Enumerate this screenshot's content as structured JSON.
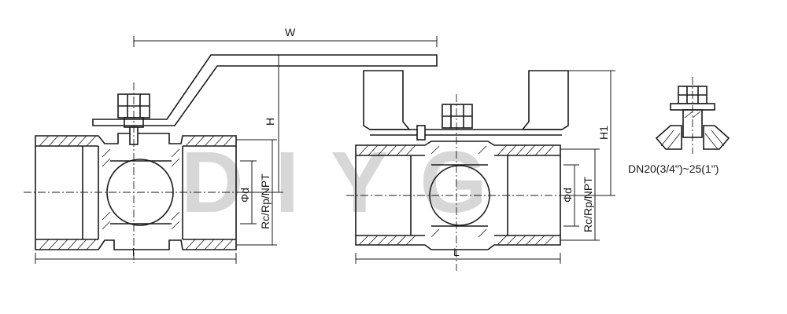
{
  "labels": {
    "w": "W",
    "h": "H",
    "l_left": "l",
    "l_right": "L",
    "h1": "H1",
    "phi_d_left": "Φd",
    "thread_left": "Rc/Rp/NPT",
    "phi_d_right": "Φd",
    "thread_right": "Rc/Rp/NPT",
    "detail_caption": "DN20(3/4\")~25(1\")"
  },
  "watermark": "DIYG",
  "colors": {
    "line": "#1a1a1a",
    "watermark": "#d7d7d7",
    "background": "#ffffff"
  }
}
